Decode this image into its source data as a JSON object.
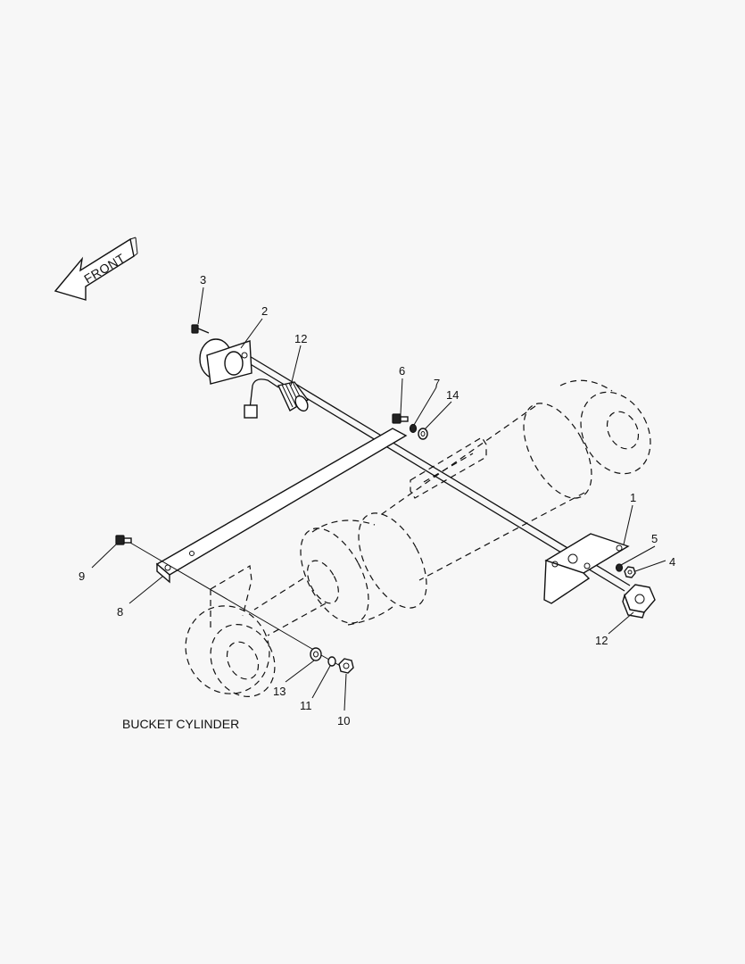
{
  "caption": "BUCKET CYLINDER",
  "front_arrow_label": "FRONT",
  "callouts": {
    "c1": "1",
    "c2": "2",
    "c3": "3",
    "c4": "4",
    "c5": "5",
    "c6": "6",
    "c7": "7",
    "c8": "8",
    "c9": "9",
    "c10": "10",
    "c11": "11",
    "c12a": "12",
    "c12b": "12",
    "c13": "13",
    "c14": "14"
  }
}
